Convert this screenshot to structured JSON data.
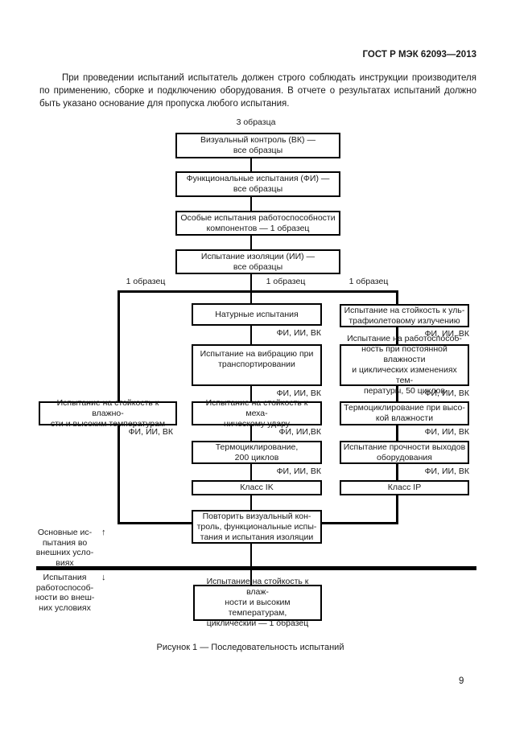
{
  "header": {
    "doc_number": "ГОСТ Р МЭК 62093—2013"
  },
  "intro": {
    "text": "При проведении испытаний испытатель должен строго соблюдать инструкции производителя по применению, сборке и подключению оборудования. В отчете о результатах испытаний должно быть указано основание для пропуска любого испытания."
  },
  "flowchart": {
    "top_label": "3 образца",
    "chain": [
      {
        "text": "Визуальный контроль (ВК) —\nвсе образцы"
      },
      {
        "text": "Функциональные испытания (ФИ) —\nвсе образцы"
      },
      {
        "text": "Особые испытания работоспособности\nкомпонентов — 1 образец"
      },
      {
        "text": "Испытание изоляции (ИИ) —\nвсе образцы"
      }
    ],
    "branch_labels": {
      "left": "1 образец",
      "middle": "1 образец",
      "right": "1 образец"
    },
    "left_column": {
      "box": "Испытание на стойкость к влажно-\nсти и высоким температурам",
      "tag": "ФИ, ИИ, ВК"
    },
    "middle_column": [
      {
        "text": "Натурные испытания",
        "tag": "ФИ, ИИ, ВК"
      },
      {
        "text": "Испытание на вибрацию при\nтранспортировании",
        "tag": "ФИ, ИИ, ВК"
      },
      {
        "text": "Испытание на стойкость к меха-\nническому удару",
        "tag": "ФИ, ИИ,ВК"
      },
      {
        "text": "Термоциклирование,\n200 циклов",
        "tag": "ФИ, ИИ, ВК"
      },
      {
        "text": "Класс IK"
      }
    ],
    "right_column": [
      {
        "text": "Испытание на стойкость к уль-\nтрафиолетовому излучению",
        "tag": "ФИ, ИИ, ВК"
      },
      {
        "text": "Испытание на работоспособ-\nность при постоянной влажности\nи циклических изменениях тем-\nпературы, 50 циклов",
        "tag": "ФИ, ИИ, ВК"
      },
      {
        "text": "Термоциклирование при высо-\nкой влажности",
        "tag": "ФИ, ИИ, ВК"
      },
      {
        "text": "Испытание прочности выходов\nоборудования",
        "tag": "ФИ, ИИ, ВК"
      },
      {
        "text": "Класс IP"
      }
    ],
    "repeat_box": "Повторить визуальный кон-\nтроль, функциональные испы-\nтания и испытания изоляции",
    "final_box": "Испытание на стойкость к влаж-\nности и высоким температурам,\nциклический — 1 образец",
    "side_notes": {
      "upper": "Основные ис-\nпытания во\nвнешних усло-\nвиях",
      "upper_arrow": "↑",
      "lower": "Испытания\nработоспособ-\nности во внеш-\nних условиях",
      "lower_arrow": "↓"
    }
  },
  "caption": {
    "text": "Рисунок 1 — Последовательность испытаний"
  },
  "footer": {
    "page_number": "9"
  }
}
